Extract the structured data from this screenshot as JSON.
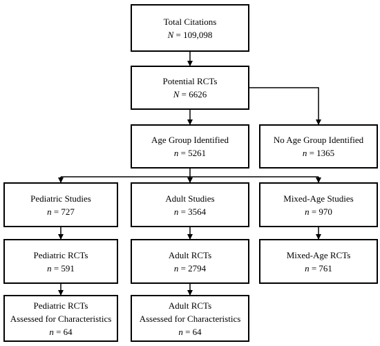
{
  "nodes": {
    "total": {
      "title": "Total Citations",
      "symbol": "N",
      "value": "= 109,098"
    },
    "potential": {
      "title": "Potential RCTs",
      "symbol": "N",
      "value": "= 6626"
    },
    "age_identified": {
      "title": "Age Group Identified",
      "symbol": "n",
      "value": "= 5261"
    },
    "no_age": {
      "title": "No Age Group Identified",
      "symbol": "n",
      "value": "= 1365"
    },
    "pediatric_studies": {
      "title": "Pediatric Studies",
      "symbol": "n",
      "value": "= 727"
    },
    "adult_studies": {
      "title": "Adult Studies",
      "symbol": "n",
      "value": "= 3564"
    },
    "mixed_studies": {
      "title": "Mixed-Age Studies",
      "symbol": "n",
      "value": "= 970"
    },
    "pediatric_rcts": {
      "title": "Pediatric RCTs",
      "symbol": "n",
      "value": "= 591"
    },
    "adult_rcts": {
      "title": "Adult RCTs",
      "symbol": "n",
      "value": "= 2794"
    },
    "mixed_rcts": {
      "title": "Mixed-Age RCTs",
      "symbol": "n",
      "value": "= 761"
    },
    "pediatric_assessed": {
      "title": "Pediatric RCTs",
      "subtitle": "Assessed for Characteristics",
      "symbol": "n",
      "value": "= 64"
    },
    "adult_assessed": {
      "title": "Adult RCTs",
      "subtitle": "Assessed for Characteristics",
      "symbol": "n",
      "value": "= 64"
    }
  },
  "edges": [
    [
      "total",
      "potential"
    ],
    [
      "potential",
      "age_identified"
    ],
    [
      "potential",
      "no_age"
    ],
    [
      "age_identified",
      "pediatric_studies"
    ],
    [
      "age_identified",
      "adult_studies"
    ],
    [
      "age_identified",
      "mixed_studies"
    ],
    [
      "pediatric_studies",
      "pediatric_rcts"
    ],
    [
      "adult_studies",
      "adult_rcts"
    ],
    [
      "mixed_studies",
      "mixed_rcts"
    ],
    [
      "pediatric_rcts",
      "pediatric_assessed"
    ],
    [
      "adult_rcts",
      "adult_assessed"
    ]
  ]
}
